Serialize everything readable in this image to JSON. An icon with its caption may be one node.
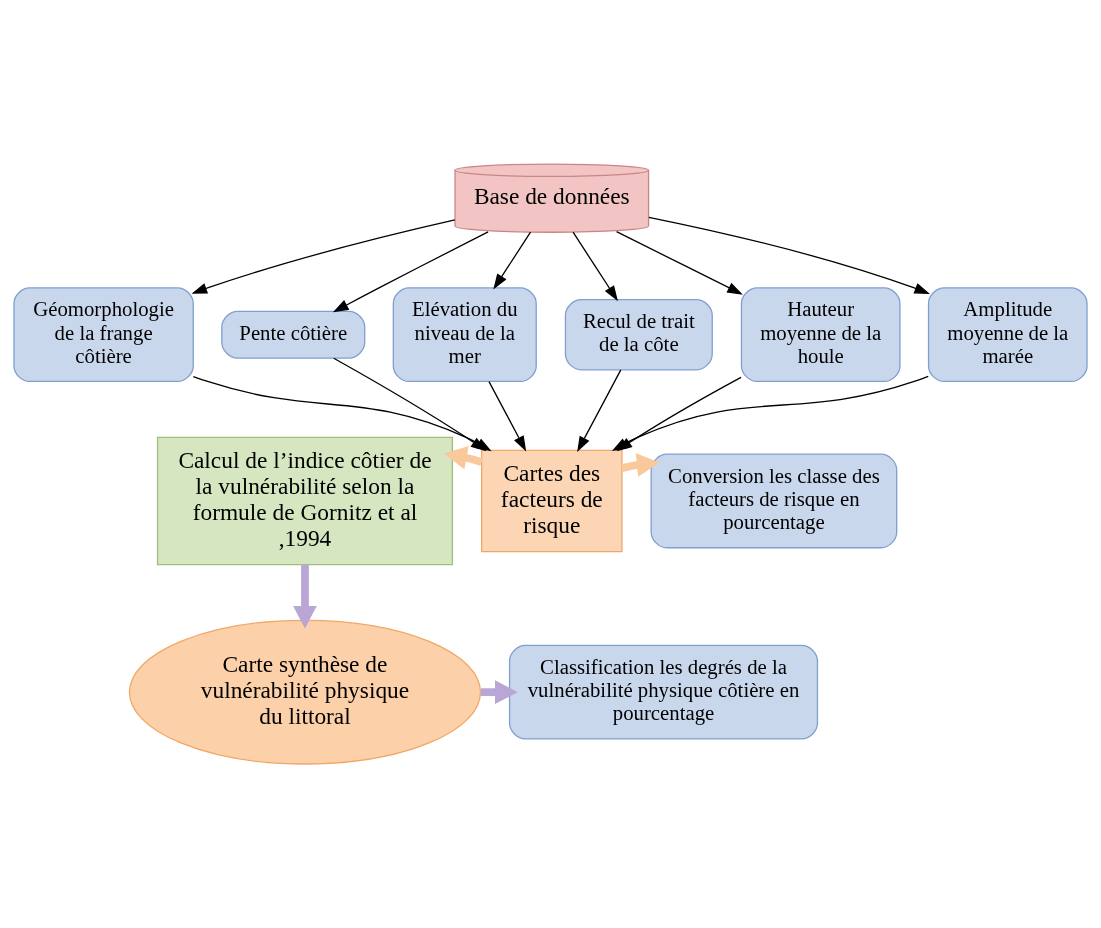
{
  "diagram": {
    "nodes": [
      {
        "text": [
          "Base de données"
        ]
      },
      {
        "text": [
          "Géomorphologie de la frange côtière"
        ]
      },
      {
        "text": [
          "Pente côtière"
        ]
      },
      {
        "text": [
          "Elévation du niveau de la mer"
        ]
      },
      {
        "text": [
          "Recul de trait de la côte"
        ]
      },
      {
        "text": [
          "Hauteur moyenne de la houle"
        ]
      },
      {
        "text": [
          "Amplitude moyenne de la marée"
        ]
      },
      {
        "text": [
          "Calcul de l’indice côtier de la vulnérabilité selon la formule de Gornitz et al ,1994"
        ]
      },
      {
        "text": [
          "Cartes des facteurs de risque"
        ]
      },
      {
        "text": [
          "Conversion les classe des facteurs de risque en pourcentage"
        ]
      },
      {
        "text": [
          "Carte synthèse de vulnérabilité physique du littoral"
        ]
      },
      {
        "text": [
          "Classification les degrés de la vulnérabilité physique côtière en pourcentage"
        ]
      }
    ],
    "edges": [
      {
        "from": 0,
        "to": 1,
        "arrow": "to"
      },
      {
        "from": 0,
        "to": 2,
        "arrow": "to"
      },
      {
        "from": 0,
        "to": 3,
        "arrow": "to"
      },
      {
        "from": 0,
        "to": 4,
        "arrow": "to"
      },
      {
        "from": 0,
        "to": 5,
        "arrow": "to"
      },
      {
        "from": 0,
        "to": 6,
        "arrow": "to"
      },
      {
        "from": 1,
        "to": 8,
        "arrow": "to"
      },
      {
        "from": 2,
        "to": 8,
        "arrow": "to"
      },
      {
        "from": 3,
        "to": 8,
        "arrow": "to"
      },
      {
        "from": 4,
        "to": 8,
        "arrow": "to"
      },
      {
        "from": 5,
        "to": 8,
        "arrow": "to"
      },
      {
        "from": 6,
        "to": 8,
        "arrow": "to"
      },
      {
        "from": 8,
        "to": 7,
        "arrow": "to",
        "style": "thick",
        "color": "#f9c89b"
      },
      {
        "from": 8,
        "to": 9,
        "arrow": "to",
        "style": "thick",
        "color": "#f9c89b"
      },
      {
        "from": 7,
        "to": 10,
        "arrow": "to",
        "style": "thick",
        "color": "#b9a6d6"
      },
      {
        "from": 10,
        "to": 11,
        "arrow": "to",
        "style": "thick",
        "color": "#b9a6d6"
      }
    ]
  }
}
